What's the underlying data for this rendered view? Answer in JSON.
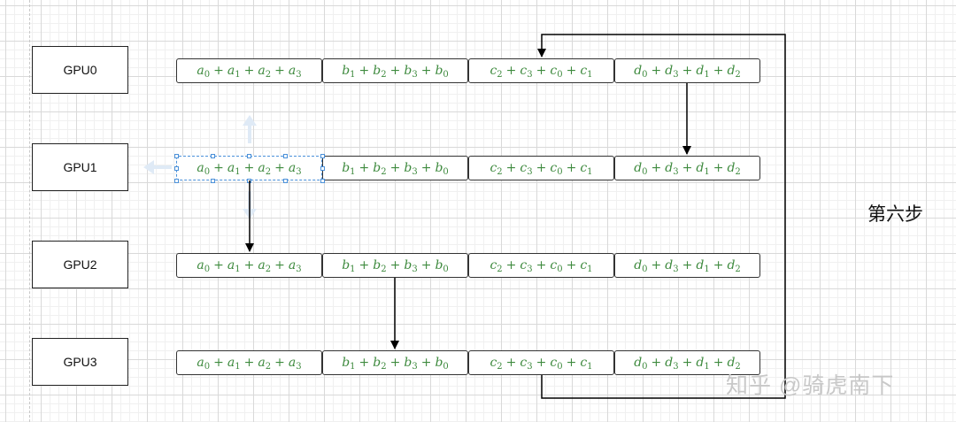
{
  "gpus": [
    "GPU0",
    "GPU1",
    "GPU2",
    "GPU3"
  ],
  "chunks": [
    {
      "terms": [
        [
          "a",
          "0"
        ],
        [
          "a",
          "1"
        ],
        [
          "a",
          "2"
        ],
        [
          "a",
          "3"
        ]
      ]
    },
    {
      "terms": [
        [
          "b",
          "1"
        ],
        [
          "b",
          "2"
        ],
        [
          "b",
          "3"
        ],
        [
          "b",
          "0"
        ]
      ]
    },
    {
      "terms": [
        [
          "c",
          "2"
        ],
        [
          "c",
          "3"
        ],
        [
          "c",
          "0"
        ],
        [
          "c",
          "1"
        ]
      ]
    },
    {
      "terms": [
        [
          "d",
          "0"
        ],
        [
          "d",
          "3"
        ],
        [
          "d",
          "1"
        ],
        [
          "d",
          "2"
        ]
      ]
    }
  ],
  "operator": "+",
  "step_label": "第六步",
  "watermark": "知乎 @骑虎南下",
  "colors": {
    "cell_text": "#3e8a3e",
    "border": "#333333",
    "selection": "#4a90d9",
    "arrow": "#000000"
  },
  "selected_cell": {
    "gpu": "GPU1",
    "chunk": 0
  },
  "transfers": [
    {
      "from": "GPU0",
      "to": "GPU1",
      "chunk": 3
    },
    {
      "from": "GPU1",
      "to": "GPU2",
      "chunk": 0
    },
    {
      "from": "GPU2",
      "to": "GPU3",
      "chunk": 1
    },
    {
      "from": "GPU3",
      "to": "GPU0",
      "chunk": 2
    }
  ]
}
